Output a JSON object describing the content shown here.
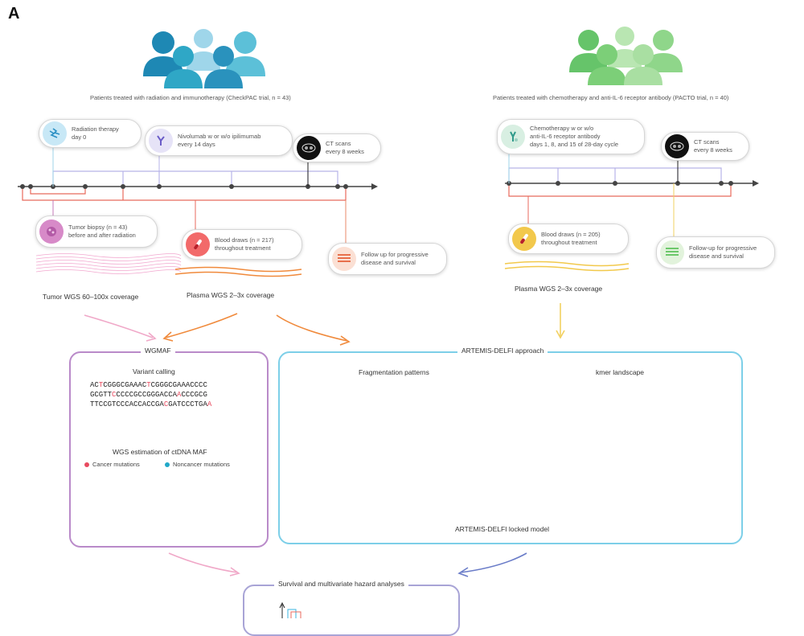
{
  "panel_label": "A",
  "left_cohort": {
    "caption": "Patients treated with radiation and immunotherapy (CheckPAC trial, n = 43)",
    "events": [
      {
        "lines": [
          "Radiation therapy",
          "day 0"
        ],
        "icon": "radiation-icon"
      },
      {
        "lines": [
          "Nivolumab w or w/o ipilimumab",
          "every 14 days"
        ],
        "icon": "antibody-icon"
      },
      {
        "lines": [
          "CT scans",
          "every 8 weeks"
        ],
        "icon": "ct-scan-icon"
      },
      {
        "lines": [
          "Tumor biopsy (n = 43)",
          "before and after radiation"
        ],
        "icon": "tissue-icon"
      },
      {
        "lines": [
          "Blood draws (n = 217)",
          "throughout treatment"
        ],
        "icon": "blood-tube-icon"
      },
      {
        "lines": [
          "Follow up for progressive",
          "disease and survival"
        ],
        "icon": "follow-up-icon"
      }
    ],
    "tumor_coverage": "Tumor WGS 60–100x coverage",
    "plasma_coverage": "Plasma WGS 2–3x coverage"
  },
  "right_cohort": {
    "caption": "Patients treated with chemotherapy and anti-IL-6 receptor antibody (PACTO trial, n = 40)",
    "events": [
      {
        "lines": [
          "Chemotherapy w or w/o",
          "anti-IL-6 receptor antibody",
          "days 1, 8, and 15 of 28-day cycle"
        ],
        "icon": "chemo-icon"
      },
      {
        "lines": [
          "CT scans",
          "every 8 weeks"
        ],
        "icon": "ct-scan-icon"
      },
      {
        "lines": [
          "Blood draws (n = 205)",
          "throughout treatment"
        ],
        "icon": "blood-tube-icon"
      },
      {
        "lines": [
          "Follow-up for progressive",
          "disease and survival"
        ],
        "icon": "follow-up-icon"
      }
    ],
    "plasma_coverage": "Plasma WGS 2–3x coverage"
  },
  "wgmaf": {
    "title": "WGMAF",
    "variant_calling": "Variant calling",
    "sequences": [
      [
        {
          "t": "AC"
        },
        {
          "t": "T",
          "m": true
        },
        {
          "t": "CGGGCGAAAC"
        },
        {
          "t": "T",
          "m": true
        },
        {
          "t": "CGGGCGAAACCCC"
        }
      ],
      [
        {
          "t": "GCGTT"
        },
        {
          "t": "C",
          "m": true
        },
        {
          "t": "CCCCGCCGGGACCA"
        },
        {
          "t": "A",
          "m": true
        },
        {
          "t": "CCCGCG"
        }
      ],
      [
        {
          "t": "TTCCGTCCCACCACCGA"
        },
        {
          "t": "C",
          "m": true
        },
        {
          "t": "GATCCCTGA"
        },
        {
          "t": "A",
          "m": true
        }
      ]
    ],
    "estimation_title": "WGS estimation of ctDNA MAF",
    "legend": [
      "Cancer mutations",
      "Noncancer mutations"
    ]
  },
  "artemis": {
    "title": "ARTEMIS-DELFI approach",
    "fragmentation": "Fragmentation patterns",
    "kmer": "kmer landscape",
    "model": "ARTEMIS-DELFI locked model"
  },
  "survival": {
    "title": "Survival and multivariate hazard analyses"
  },
  "colors": {
    "left_people": "#2f9fc4",
    "right_people": "#6cc86a",
    "timeline": "#444444",
    "blue_bracket": "#b7b3e8",
    "red_bracket": "#e86a5c",
    "wgmaf_border": "#b98ac9",
    "artemis_border": "#7dcfe8",
    "survival_border": "#a8a4d6",
    "pink_arrow": "#f0a8c8",
    "orange_arrow": "#f08a3c",
    "yellow_arrow": "#f2d060",
    "cancer_dot": "#e84a5f",
    "noncancer_dot": "#20a8c8"
  }
}
